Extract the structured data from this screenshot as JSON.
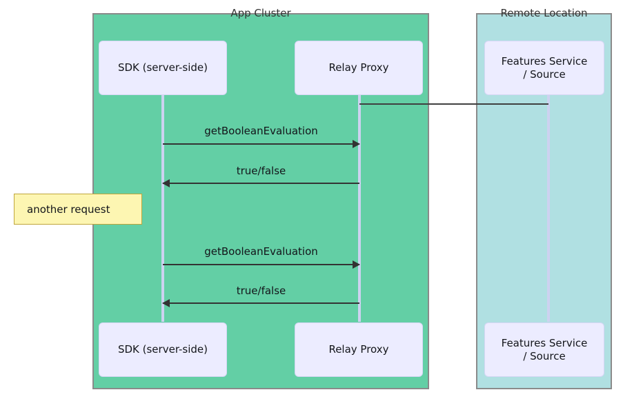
{
  "diagram": {
    "type": "sequence-diagram",
    "title": "",
    "colors": {
      "app_cluster_fill": "#63cfa5",
      "remote_location_fill": "#b0e0e2",
      "cluster_border": "#8a8a8a",
      "actor_fill": "#ececff",
      "actor_border": "#d6d6f5",
      "lifeline": "#cdd2f0",
      "arrow": "#333333",
      "note_fill": "#fdf6b2",
      "note_border": "#bfa53a",
      "text": "#13151a"
    },
    "groups": [
      {
        "id": "app-cluster",
        "label": "App Cluster"
      },
      {
        "id": "remote-location",
        "label": "Remote Location"
      }
    ],
    "participants": [
      {
        "id": "sdk",
        "label": "SDK (server-side)",
        "group": "app-cluster"
      },
      {
        "id": "relay",
        "label": "Relay Proxy",
        "group": "app-cluster"
      },
      {
        "id": "features",
        "label": "Features Service / Source",
        "line1": "Features Service",
        "line2": "/ Source",
        "group": "remote-location"
      }
    ],
    "connections": [
      {
        "id": "relay-to-features",
        "from": "relay",
        "to": "features",
        "label": "",
        "style": "solid-no-arrow"
      }
    ],
    "messages": [
      {
        "id": "msg-1",
        "from": "sdk",
        "to": "relay",
        "label": "getBooleanEvaluation",
        "direction": "right",
        "arrow": "solid"
      },
      {
        "id": "msg-2",
        "from": "relay",
        "to": "sdk",
        "label": "true/false",
        "direction": "left",
        "arrow": "solid"
      },
      {
        "id": "msg-3",
        "from": "sdk",
        "to": "relay",
        "label": "getBooleanEvaluation",
        "direction": "right",
        "arrow": "solid"
      },
      {
        "id": "msg-4",
        "from": "relay",
        "to": "sdk",
        "label": "true/false",
        "direction": "left",
        "arrow": "solid"
      }
    ],
    "notes": [
      {
        "id": "note-another-request",
        "text": "another request",
        "placement": "left-of-sdk"
      }
    ]
  }
}
